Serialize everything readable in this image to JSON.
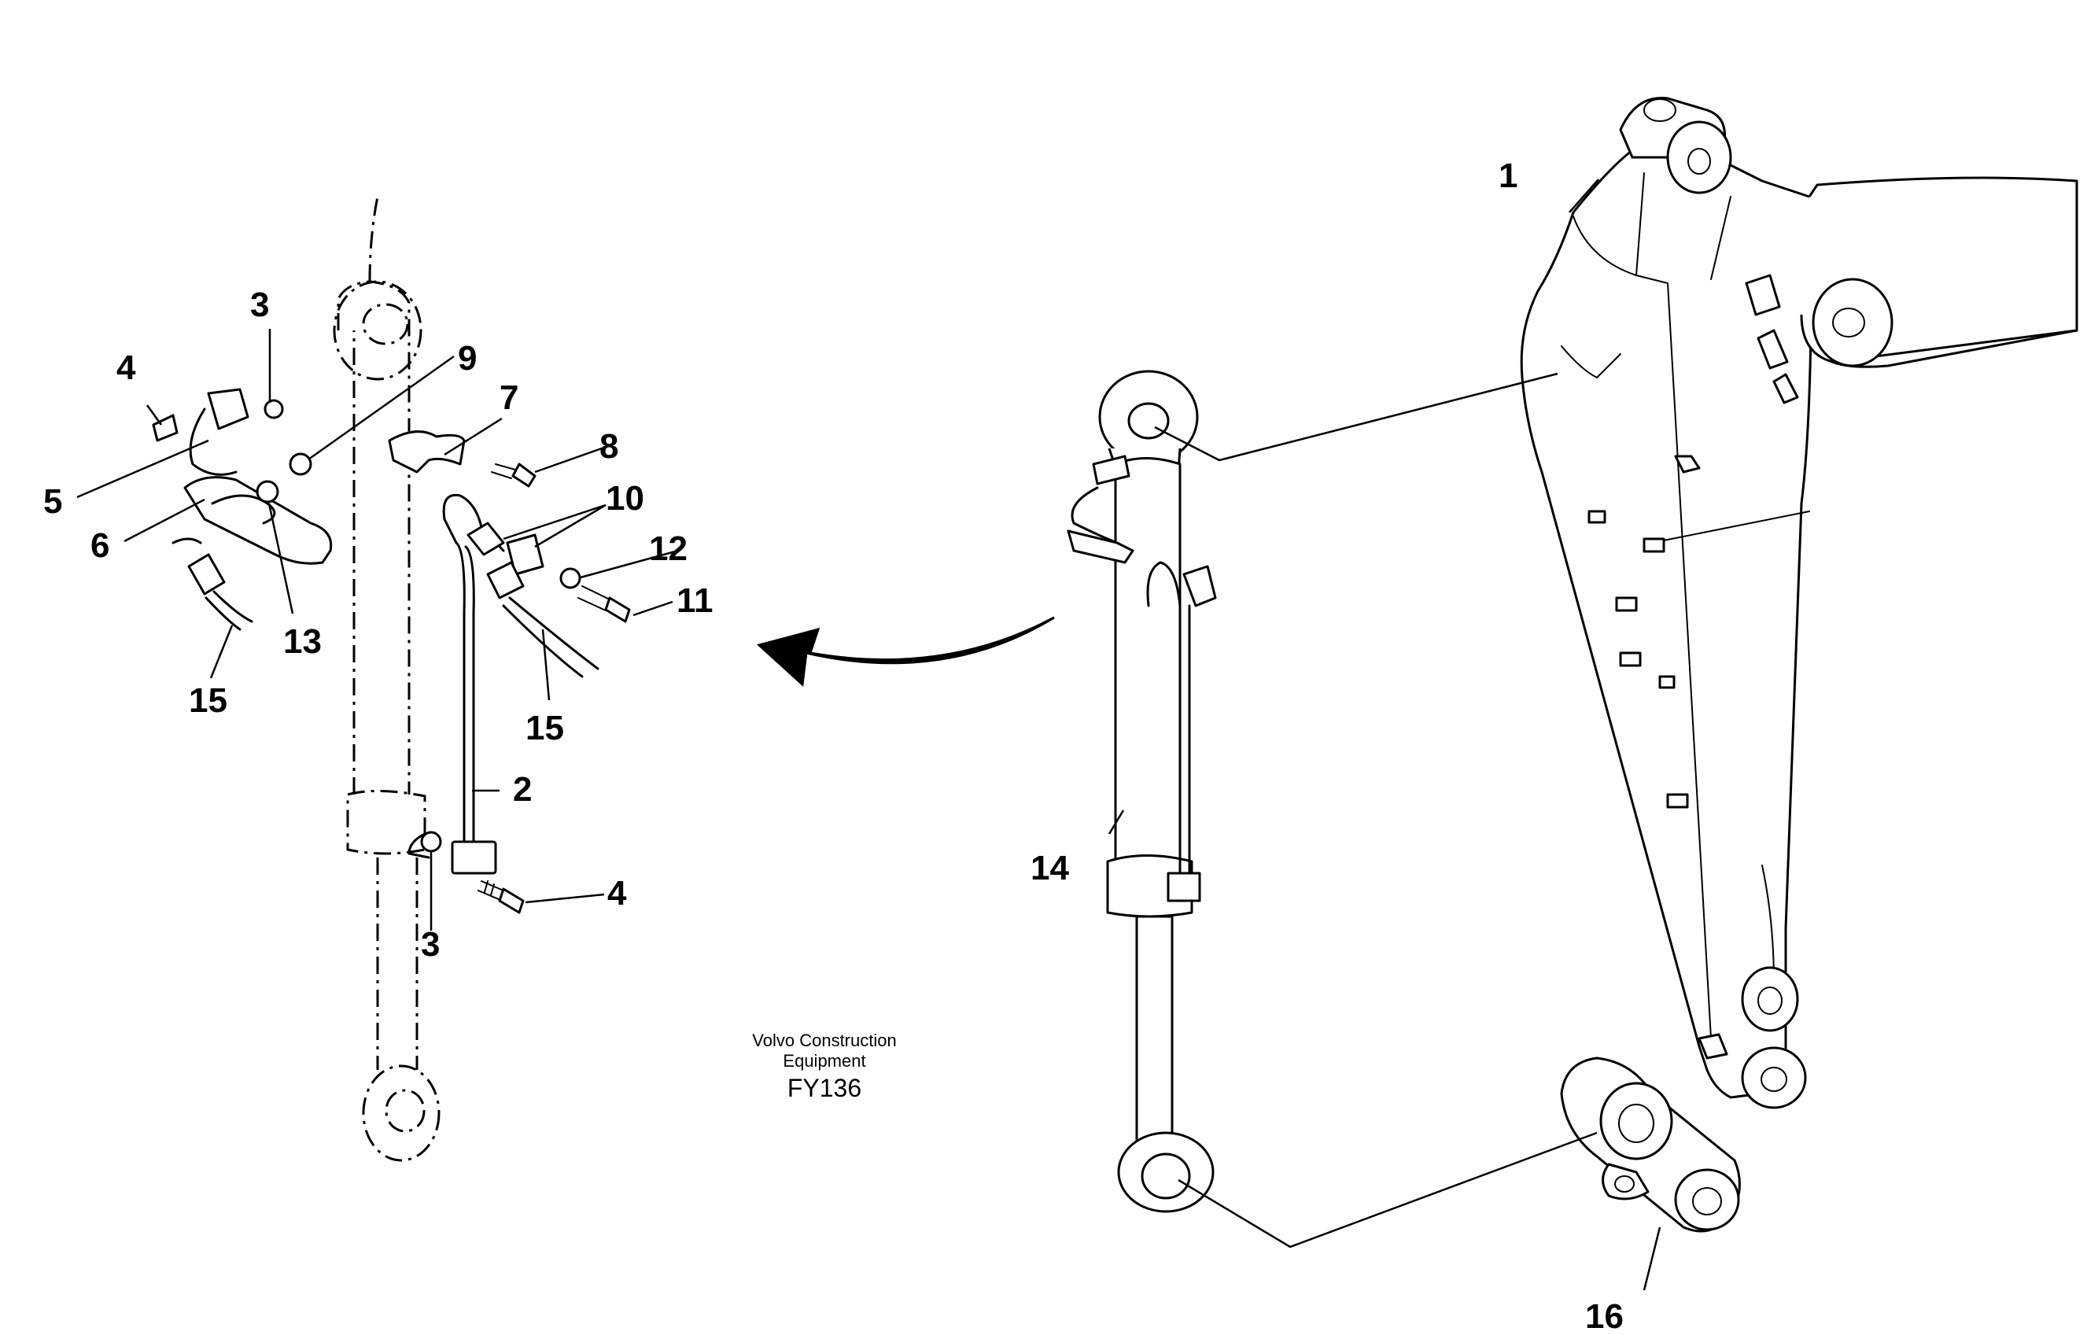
{
  "callouts": [
    "1",
    "2",
    "3",
    "3",
    "4",
    "4",
    "5",
    "6",
    "7",
    "8",
    "9",
    "10",
    "11",
    "12",
    "13",
    "14",
    "15",
    "15",
    "16"
  ],
  "caption": {
    "line1": "Volvo Construction",
    "line2": "Equipment",
    "code": "FY136"
  }
}
